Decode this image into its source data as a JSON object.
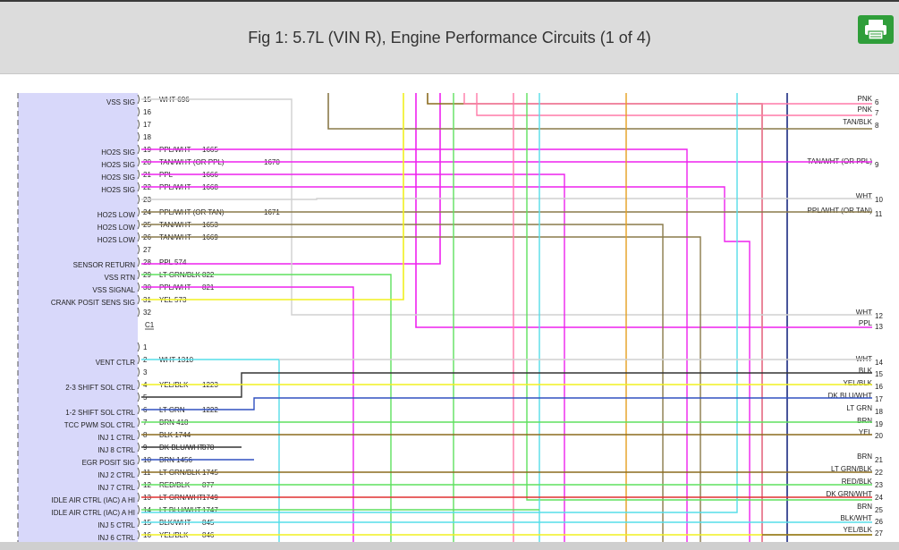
{
  "header": {
    "title": "Fig 1: 5.7L (VIN R), Engine Performance Circuits (1 of 4)",
    "print_icon": "printer-icon"
  },
  "pins_top": [
    {
      "n": "15",
      "label": "VSS SIG",
      "wire": "WHT  696",
      "id": ""
    },
    {
      "n": "16",
      "label": "",
      "wire": "",
      "id": ""
    },
    {
      "n": "17",
      "label": "",
      "wire": "",
      "id": ""
    },
    {
      "n": "18",
      "label": "",
      "wire": "",
      "id": ""
    },
    {
      "n": "19",
      "label": "HO2S SIG",
      "wire": "PPL/WHT",
      "id": "1665"
    },
    {
      "n": "20",
      "label": "HO2S SIG",
      "wire": "TAN/WHT (OR PPL)",
      "id": "1670"
    },
    {
      "n": "21",
      "label": "HO2S SIG",
      "wire": "PPL",
      "id": "1666"
    },
    {
      "n": "22",
      "label": "HO2S SIG",
      "wire": "PPL/WHT",
      "id": "1668"
    },
    {
      "n": "23",
      "label": "",
      "wire": "",
      "id": ""
    },
    {
      "n": "24",
      "label": "HO2S LOW",
      "wire": "PPL/WHT (OR TAN)",
      "id": "1671"
    },
    {
      "n": "25",
      "label": "HO2S LOW",
      "wire": "TAN/WHT",
      "id": "1653"
    },
    {
      "n": "26",
      "label": "HO2S LOW",
      "wire": "TAN/WHT",
      "id": "1669"
    },
    {
      "n": "27",
      "label": "",
      "wire": "",
      "id": ""
    },
    {
      "n": "28",
      "label": "SENSOR RETURN",
      "wire": "PPL  574",
      "id": ""
    },
    {
      "n": "29",
      "label": "VSS RTN",
      "wire": "LT GRN/BLK",
      "id": "822"
    },
    {
      "n": "30",
      "label": "VSS SIGNAL",
      "wire": "PPL/WHT",
      "id": "821"
    },
    {
      "n": "31",
      "label": "CRANK POSIT SENS SIG",
      "wire": "YEL  573",
      "id": ""
    },
    {
      "n": "32",
      "label": "",
      "wire": "",
      "id": ""
    }
  ],
  "connector": "C1",
  "pins_bottom": [
    {
      "n": "1",
      "label": "",
      "wire": "",
      "id": ""
    },
    {
      "n": "2",
      "label": "VENT CTLR",
      "wire": "WHT  1310",
      "id": ""
    },
    {
      "n": "3",
      "label": "",
      "wire": "",
      "id": ""
    },
    {
      "n": "4",
      "label": "2-3 SHIFT SOL CTRL",
      "wire": "YEL/BLK",
      "id": "1223"
    },
    {
      "n": "5",
      "label": "",
      "wire": "",
      "id": ""
    },
    {
      "n": "6",
      "label": "1-2 SHIFT SOL CTRL",
      "wire": "LT GRN",
      "id": "1222"
    },
    {
      "n": "7",
      "label": "TCC PWM SOL CTRL",
      "wire": "BRN  418",
      "id": ""
    },
    {
      "n": "8",
      "label": "INJ 1 CTRL",
      "wire": "BLK  1744",
      "id": ""
    },
    {
      "n": "9",
      "label": "INJ 8 CTRL",
      "wire": "DK BLU/WHT",
      "id": "878"
    },
    {
      "n": "10",
      "label": "EGR POSIT SIG",
      "wire": "BRN  1456",
      "id": ""
    },
    {
      "n": "11",
      "label": "INJ 2 CTRL",
      "wire": "LT GRN/BLK",
      "id": "1745"
    },
    {
      "n": "12",
      "label": "INJ 7 CTRL",
      "wire": "RED/BLK",
      "id": "877"
    },
    {
      "n": "13",
      "label": "IDLE AIR CTRL (IAC) A HI",
      "wire": "LT GRN/WHT",
      "id": "1749"
    },
    {
      "n": "14",
      "label": "IDLE AIR CTRL (IAC) A HI",
      "wire": "LT BLU/WHT",
      "id": "1747"
    },
    {
      "n": "15",
      "label": "INJ 5 CTRL",
      "wire": "BLK/WHT",
      "id": "845"
    },
    {
      "n": "16",
      "label": "INJ 6 CTRL",
      "wire": "YEL/BLK",
      "id": "846"
    }
  ],
  "right_labels": [
    {
      "text": "PNK",
      "n": "6"
    },
    {
      "text": "PNK",
      "n": "7"
    },
    {
      "text": "TAN/BLK",
      "n": "8"
    },
    {
      "text": "TAN/WHT (OR PPL)",
      "n": "9"
    },
    {
      "text": "WHT",
      "n": "10"
    },
    {
      "text": "PPL/WHT (OR TAN)",
      "n": "11"
    },
    {
      "text": "WHT",
      "n": "12"
    },
    {
      "text": "PPL",
      "n": "13"
    },
    {
      "text": "WHT",
      "n": "14"
    },
    {
      "text": "BLK",
      "n": "15"
    },
    {
      "text": "YEL/BLK",
      "n": "16"
    },
    {
      "text": "DK BLU/WHT",
      "n": "17"
    },
    {
      "text": "LT GRN",
      "n": "18"
    },
    {
      "text": "BRN",
      "n": "19"
    },
    {
      "text": "YEL",
      "n": "20"
    },
    {
      "text": "BRN",
      "n": "21"
    },
    {
      "text": "LT GRN/BLK",
      "n": "22"
    },
    {
      "text": "RED/BLK",
      "n": "23"
    },
    {
      "text": "DK GRN/WHT",
      "n": "24"
    },
    {
      "text": "BRN",
      "n": "25"
    },
    {
      "text": "BLK/WHT",
      "n": "26"
    },
    {
      "text": "YEL/BLK",
      "n": "27"
    }
  ],
  "colors": {
    "module_fill": "#d8d8fa",
    "WHT": "#d0d0d0",
    "PNK": "#ff7aa8",
    "TAN": "#8a7a4a",
    "PPL": "#ee22ee",
    "LTGRN": "#5fe05f",
    "YEL": "#f0f020",
    "CYAN": "#55dde8",
    "BLK": "#333333",
    "BRN": "#8b6b1f",
    "RED": "#e03030",
    "NAVY": "#1a2a80",
    "ORANGE": "#e5a020",
    "BLUE": "#3050c0",
    "print": "#2f9e3a"
  }
}
